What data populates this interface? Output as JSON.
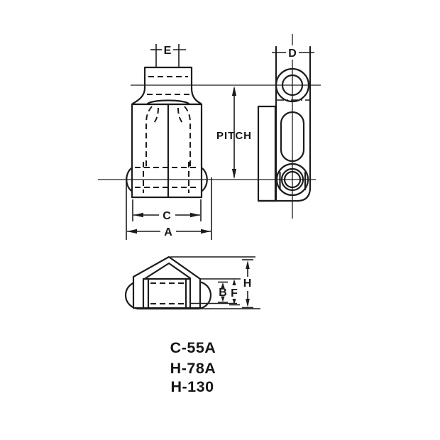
{
  "drawing": {
    "ink_color": "#1c1c1c",
    "background_color": "#ffffff",
    "dim_labels": {
      "e": "E",
      "d": "D",
      "pitch": "PITCH",
      "c": "C",
      "a": "A",
      "b": "B",
      "f": "F",
      "h": "H"
    },
    "part_numbers": [
      "C-55A",
      "H-78A",
      "H-130"
    ]
  }
}
